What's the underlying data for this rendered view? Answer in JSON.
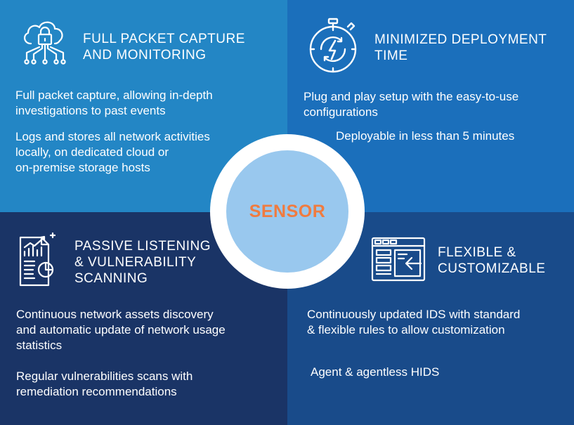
{
  "colors": {
    "top_left": "#2386c5",
    "top_right": "#1b6fbb",
    "bottom_left": "#1a3466",
    "bottom_right": "#194b8a",
    "center_disc": "#99c8ee",
    "center_text": "#f07b3f"
  },
  "center": {
    "label": "SENSOR"
  },
  "quadrants": {
    "top_left": {
      "icon": "cloud-lock-network-icon",
      "title_lines": [
        "FULL PACKET CAPTURE",
        "AND MONITORING"
      ],
      "paragraphs": [
        [
          "Full packet capture, allowing in-depth",
          "investigations to past events"
        ],
        [
          "Logs and stores all network activities",
          "locally, on dedicated cloud or",
          "on-premise storage hosts"
        ]
      ]
    },
    "top_right": {
      "icon": "stopwatch-bolt-icon",
      "title_lines": [
        "MINIMIZED DEPLOYMENT",
        "TIME"
      ],
      "paragraphs": [
        [
          "Plug and play setup with the easy-to-use",
          "configurations"
        ],
        [
          "Deployable in less than 5 minutes"
        ]
      ]
    },
    "bottom_left": {
      "icon": "analytics-report-icon",
      "title_lines": [
        "PASSIVE LISTENING",
        "& VULNERABILITY",
        "SCANNING"
      ],
      "paragraphs": [
        [
          "Continuous network assets discovery",
          "and automatic update of network usage",
          "statistics"
        ],
        [
          "Regular vulnerabilities scans with",
          "remediation recommendations"
        ]
      ]
    },
    "bottom_right": {
      "icon": "browser-window-import-icon",
      "title_lines": [
        "FLEXIBLE &",
        "CUSTOMIZABLE"
      ],
      "paragraphs": [
        [
          "Continuously updated IDS with standard",
          "& flexible rules to allow customization"
        ],
        [
          "Agent & agentless HIDS"
        ]
      ]
    }
  }
}
